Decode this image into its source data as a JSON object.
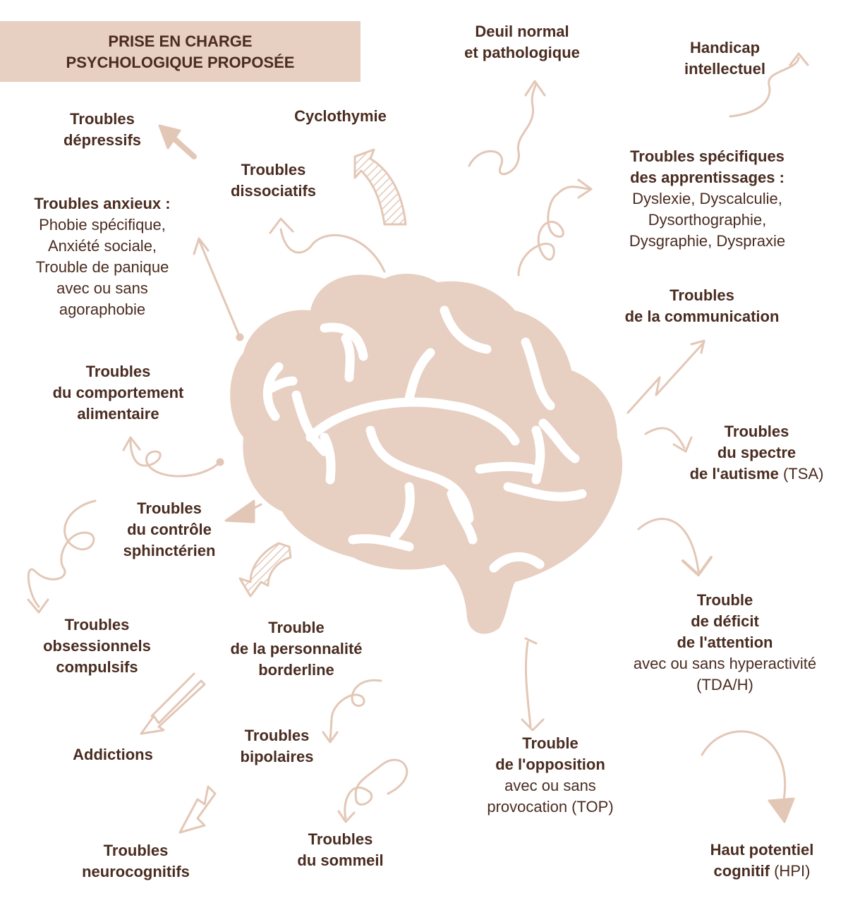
{
  "colors": {
    "accent": "#e7cfc1",
    "arrow": "#e3c7b6",
    "text": "#4a2c20",
    "background": "#ffffff"
  },
  "title": {
    "line1": "PRISE EN CHARGE",
    "line2": "PSYCHOLOGIQUE PROPOSÉE"
  },
  "center_icon": "brain-icon",
  "items": {
    "depressifs": {
      "l1": "Troubles",
      "l2": "dépressifs"
    },
    "cyclothymie": {
      "l1": "Cyclothymie"
    },
    "deuil": {
      "l1": "Deuil normal",
      "l2": "et pathologique"
    },
    "handicap": {
      "l1": "Handicap",
      "l2": "intellectuel"
    },
    "dissociatifs": {
      "l1": "Troubles",
      "l2": "dissociatifs"
    },
    "apprentissages": {
      "l1": "Troubles spécifiques",
      "l2": "des apprentissages :",
      "d1": "Dyslexie, Dyscalculie,",
      "d2": "Dysorthographie,",
      "d3": "Dysgraphie, Dyspraxie"
    },
    "anxieux": {
      "l1": "Troubles anxieux :",
      "d1": "Phobie spécifique,",
      "d2": "Anxiété sociale,",
      "d3": "Trouble de panique",
      "d4": "avec ou sans",
      "d5": "agoraphobie"
    },
    "communication": {
      "l1": "Troubles",
      "l2": "de la communication"
    },
    "alimentaire": {
      "l1": "Troubles",
      "l2": "du comportement",
      "l3": "alimentaire"
    },
    "autisme": {
      "l1": "Troubles",
      "l2": "du spectre",
      "l3": "de l'autisme",
      "abbr": "(TSA)"
    },
    "sphincterien": {
      "l1": "Troubles",
      "l2": "du contrôle",
      "l3": "sphinctérien"
    },
    "tdah": {
      "l1": "Trouble",
      "l2": "de déficit",
      "l3": "de l'attention",
      "d1": "avec ou sans hyperactivité",
      "d2": "(TDA/H)"
    },
    "toc": {
      "l1": "Troubles",
      "l2": "obsessionnels",
      "l3": "compulsifs"
    },
    "borderline": {
      "l1": "Trouble",
      "l2": "de la personnalité",
      "l3": "borderline"
    },
    "addictions": {
      "l1": "Addictions"
    },
    "bipolaires": {
      "l1": "Troubles",
      "l2": "bipolaires"
    },
    "opposition": {
      "l1": "Trouble",
      "l2": "de l'opposition",
      "d1": "avec ou sans",
      "d2": "provocation (TOP)"
    },
    "neurocognitifs": {
      "l1": "Troubles",
      "l2": "neurocognitifs"
    },
    "sommeil": {
      "l1": "Troubles",
      "l2": "du sommeil"
    },
    "hpi": {
      "l1": "Haut potentiel",
      "l2": "cognitif",
      "abbr": "(HPI)"
    }
  }
}
